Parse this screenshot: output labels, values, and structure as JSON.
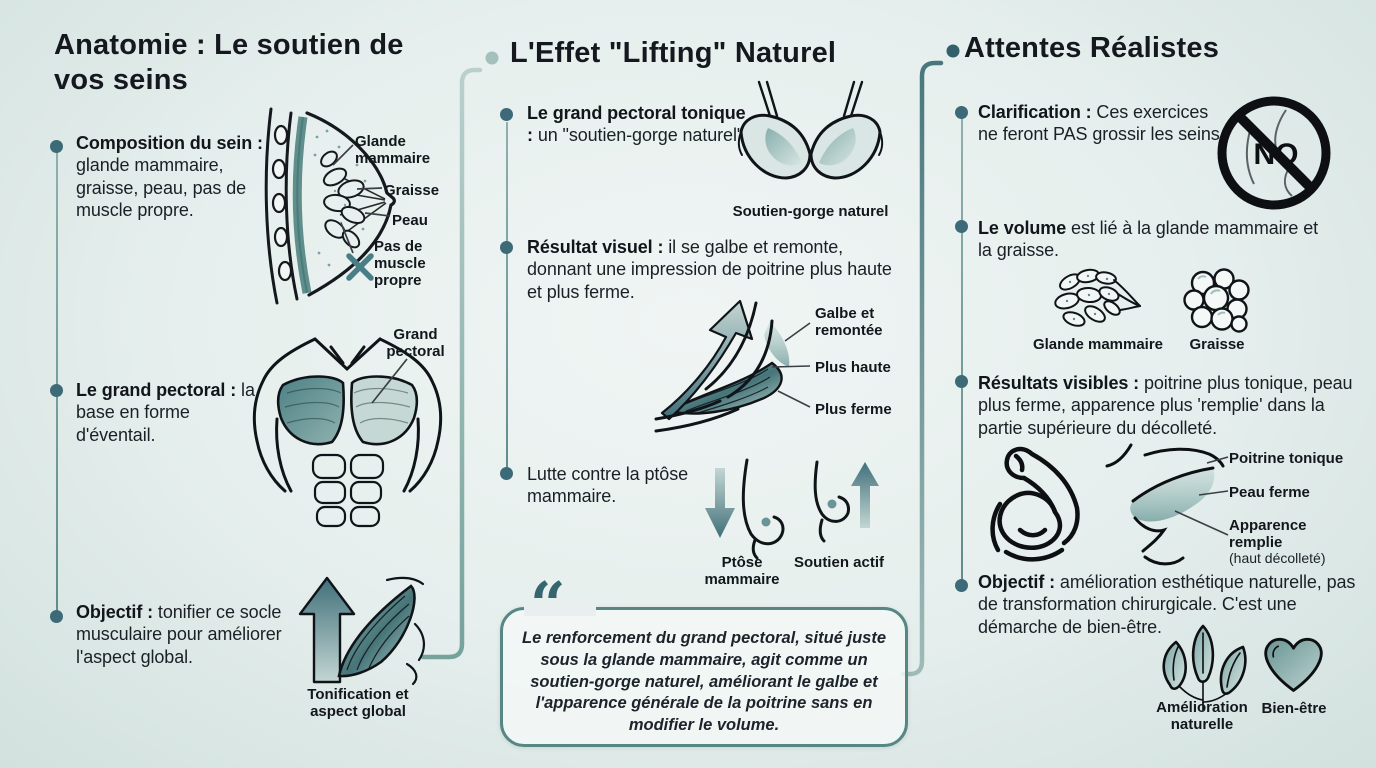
{
  "page": {
    "accent_color": "#3d6a78",
    "line_color": "#5d8c8a",
    "ink_color": "#15181e",
    "background_color": "#e7efee",
    "teal_fill": "#6f9a98"
  },
  "col1": {
    "title": "Anatomie : Le soutien de vos seins",
    "bullets": [
      {
        "bold": "Composition du sein :",
        "rest": "glande mammaire, graisse, peau, pas de muscle propre."
      },
      {
        "bold": "Le grand pectoral :",
        "rest": "la base en forme d'éventail."
      },
      {
        "bold": "Objectif :",
        "rest": "tonifier ce socle musculaire pour améliorer l'aspect global."
      }
    ],
    "breast_figure_labels": {
      "glande": "Glande mammaire",
      "graisse": "Graisse",
      "peau": "Peau",
      "no_muscle": "Pas de muscle propre"
    },
    "torso_figure_label": "Grand pectoral",
    "tonification_caption": "Tonification et aspect global"
  },
  "col2": {
    "title": "L'Effet \"Lifting\" Naturel",
    "bullets": [
      {
        "bold": "Le grand pectoral tonique :",
        "rest": "un \"soutien-gorge naturel\"."
      },
      {
        "bold": "Résultat visuel :",
        "rest": "il se galbe et remonte, donnant une impression de poitrine plus haute et plus ferme."
      },
      {
        "bold": "",
        "rest": "Lutte contre la ptôse mammaire."
      }
    ],
    "bra_caption": "Soutien-gorge naturel",
    "swoosh_labels": {
      "galbe": "Galbe et remontée",
      "haute": "Plus haute",
      "ferme": "Plus ferme"
    },
    "ptosis_caption": "Ptôse mammaire",
    "support_caption": "Soutien actif",
    "quote": {
      "glyph": "“",
      "text": "Le renforcement du grand pectoral, situé juste sous la glande mammaire, agit comme un soutien-gorge naturel, améliorant le galbe et l'apparence générale de la poitrine sans en modifier le volume."
    }
  },
  "col3": {
    "title": "Attentes Réalistes",
    "bullets": [
      {
        "bold": "Clarification :",
        "rest": "Ces exercices ne feront PAS grossir les seins."
      },
      {
        "bold": "Le volume",
        "rest": "est lié à la glande mammaire et la graisse."
      },
      {
        "bold": "Résultats visibles :",
        "rest": "poitrine plus tonique, peau plus ferme, apparence plus 'remplie' dans la partie supérieure du décolleté."
      },
      {
        "bold": "Objectif :",
        "rest": "amélioration esthétique naturelle, pas de transformation chirurgicale. C'est une démarche de bien-être."
      }
    ],
    "no_icon_text": "NO",
    "volume_captions": {
      "glande": "Glande mammaire",
      "graisse": "Graisse"
    },
    "result_labels": {
      "tonique": "Poitrine tonique",
      "peau": "Peau ferme",
      "remplie": "Apparence remplie",
      "remplie_sub": "(haut décolleté)"
    },
    "objective_captions": {
      "amelioration": "Amélioration naturelle",
      "bien_etre": "Bien-être"
    }
  }
}
